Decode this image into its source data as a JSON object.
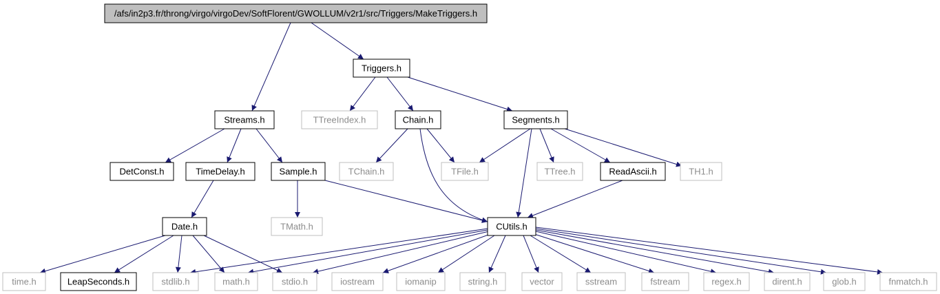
{
  "colors": {
    "edge": "#191970",
    "root_fill": "#bfbfbf",
    "node_border": "#000000",
    "external_border": "#bfbfbf",
    "external_text": "#8c8c8c",
    "text": "#000000"
  },
  "nodes": {
    "root": {
      "label": "/afs/in2p3.fr/throng/virgo/virgoDev/SoftFlorent/GWOLLUM/v2r1/src/Triggers/MakeTriggers.h",
      "kind": "root"
    },
    "triggers": {
      "label": "Triggers.h",
      "kind": "local"
    },
    "streams": {
      "label": "Streams.h",
      "kind": "local"
    },
    "ttreeindex": {
      "label": "TTreeIndex.h",
      "kind": "external"
    },
    "chain": {
      "label": "Chain.h",
      "kind": "local"
    },
    "segments": {
      "label": "Segments.h",
      "kind": "local"
    },
    "detconst": {
      "label": "DetConst.h",
      "kind": "local"
    },
    "timedelay": {
      "label": "TimeDelay.h",
      "kind": "local"
    },
    "sample": {
      "label": "Sample.h",
      "kind": "local"
    },
    "tchain": {
      "label": "TChain.h",
      "kind": "external"
    },
    "tfile": {
      "label": "TFile.h",
      "kind": "external"
    },
    "ttree": {
      "label": "TTree.h",
      "kind": "external"
    },
    "readascii": {
      "label": "ReadAscii.h",
      "kind": "local"
    },
    "th1": {
      "label": "TH1.h",
      "kind": "external"
    },
    "date": {
      "label": "Date.h",
      "kind": "local"
    },
    "tmath": {
      "label": "TMath.h",
      "kind": "external"
    },
    "cutils": {
      "label": "CUtils.h",
      "kind": "local"
    },
    "time": {
      "label": "time.h",
      "kind": "external"
    },
    "leapseconds": {
      "label": "LeapSeconds.h",
      "kind": "local"
    },
    "stdlib": {
      "label": "stdlib.h",
      "kind": "external"
    },
    "math": {
      "label": "math.h",
      "kind": "external"
    },
    "stdio": {
      "label": "stdio.h",
      "kind": "external"
    },
    "iostream": {
      "label": "iostream",
      "kind": "external"
    },
    "iomanip": {
      "label": "iomanip",
      "kind": "external"
    },
    "string": {
      "label": "string.h",
      "kind": "external"
    },
    "vector": {
      "label": "vector",
      "kind": "external"
    },
    "sstream": {
      "label": "sstream",
      "kind": "external"
    },
    "fstream": {
      "label": "fstream",
      "kind": "external"
    },
    "regex": {
      "label": "regex.h",
      "kind": "external"
    },
    "dirent": {
      "label": "dirent.h",
      "kind": "external"
    },
    "glob": {
      "label": "glob.h",
      "kind": "external"
    },
    "fnmatch": {
      "label": "fnmatch.h",
      "kind": "external"
    }
  },
  "edges": [
    [
      "root",
      "streams"
    ],
    [
      "root",
      "triggers"
    ],
    [
      "triggers",
      "ttreeindex"
    ],
    [
      "triggers",
      "chain"
    ],
    [
      "triggers",
      "segments"
    ],
    [
      "streams",
      "detconst"
    ],
    [
      "streams",
      "timedelay"
    ],
    [
      "streams",
      "sample"
    ],
    [
      "chain",
      "tchain"
    ],
    [
      "chain",
      "tfile"
    ],
    [
      "chain",
      "cutils"
    ],
    [
      "segments",
      "tfile"
    ],
    [
      "segments",
      "cutils"
    ],
    [
      "segments",
      "ttree"
    ],
    [
      "segments",
      "readascii"
    ],
    [
      "segments",
      "th1"
    ],
    [
      "timedelay",
      "date"
    ],
    [
      "sample",
      "tmath"
    ],
    [
      "sample",
      "cutils"
    ],
    [
      "readascii",
      "cutils"
    ],
    [
      "date",
      "time"
    ],
    [
      "date",
      "leapseconds"
    ],
    [
      "date",
      "stdlib"
    ],
    [
      "date",
      "math"
    ],
    [
      "date",
      "stdio"
    ],
    [
      "cutils",
      "stdlib"
    ],
    [
      "cutils",
      "math"
    ],
    [
      "cutils",
      "stdio"
    ],
    [
      "cutils",
      "iostream"
    ],
    [
      "cutils",
      "iomanip"
    ],
    [
      "cutils",
      "string"
    ],
    [
      "cutils",
      "vector"
    ],
    [
      "cutils",
      "sstream"
    ],
    [
      "cutils",
      "fstream"
    ],
    [
      "cutils",
      "regex"
    ],
    [
      "cutils",
      "dirent"
    ],
    [
      "cutils",
      "glob"
    ],
    [
      "cutils",
      "fnmatch"
    ]
  ]
}
